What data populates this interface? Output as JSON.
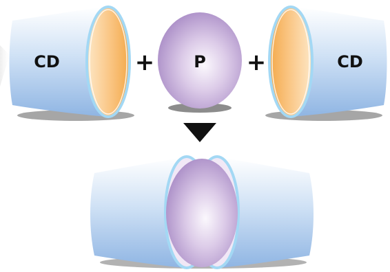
{
  "labels": {
    "cd_left": "CD",
    "plus_left": "+",
    "protein": "P",
    "plus_right": "+",
    "cd_right": "CD"
  },
  "colors": {
    "cup_body": "#b7d3f0",
    "cup_rim": "#9fd4f2",
    "cup_cavity": "#f7b75a",
    "protein": "#b89bd0",
    "arrow": "#111111"
  }
}
